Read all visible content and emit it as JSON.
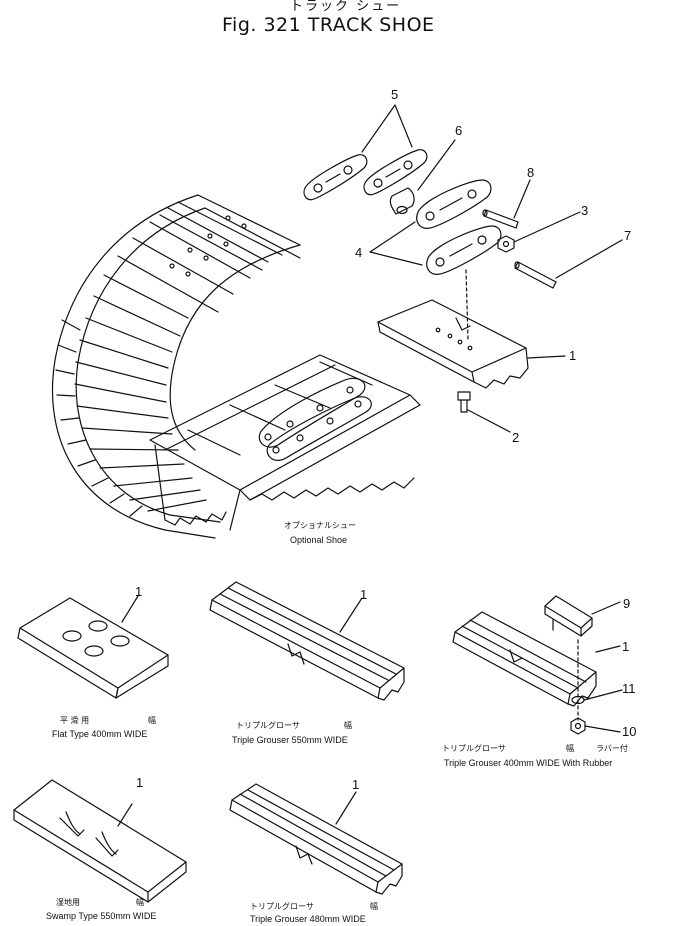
{
  "header": {
    "title_jp": "トラック シュー",
    "title": "Fig. 321 TRACK SHOE"
  },
  "main_assembly": {
    "optional_label_jp": "オプショナルシュー",
    "optional_label": "Optional Shoe",
    "callouts": [
      "5",
      "6",
      "8",
      "3",
      "7",
      "4",
      "1",
      "2"
    ]
  },
  "variants": [
    {
      "id": "flat",
      "jp": "平 滑 用",
      "jp_width": "幅",
      "caption": "Flat Type 400mm WIDE",
      "callout": "1"
    },
    {
      "id": "triple-550",
      "jp": "トリプルグローサ",
      "jp_width": "幅",
      "caption": "Triple Grouser 550mm WIDE",
      "callout": "1"
    },
    {
      "id": "triple-rubber",
      "jp": "トリプルグローサ",
      "jp_width": "幅",
      "jp_extra": "ラバー付",
      "caption": "Triple Grouser 400mm WIDE With Rubber",
      "callouts": [
        "9",
        "1",
        "11",
        "10"
      ]
    },
    {
      "id": "swamp",
      "jp": "湿地用",
      "jp_width": "幅",
      "caption": "Swamp Type 550mm WIDE",
      "callout": "1"
    },
    {
      "id": "triple-480",
      "jp": "トリプルグローサ",
      "jp_width": "幅",
      "caption": "Triple Grouser 480mm WIDE",
      "callout": "1"
    }
  ]
}
